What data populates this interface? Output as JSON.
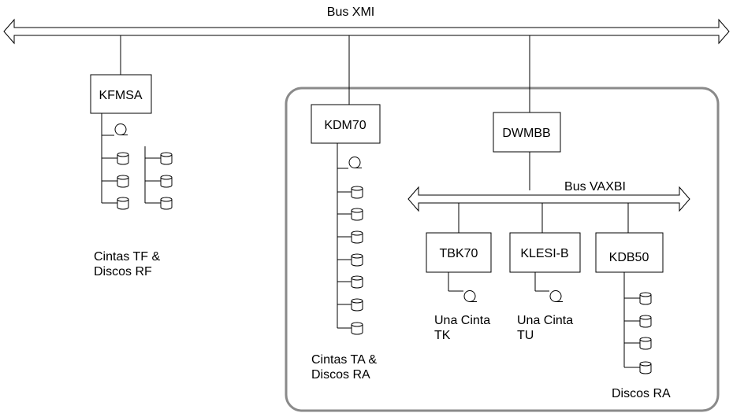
{
  "buses": {
    "xmi": "Bus XMI",
    "vaxbi": "Bus VAXBI"
  },
  "adapters": {
    "kfmsa": "KFMSA",
    "kdm70": "KDM70",
    "dwmbb": "DWMBB",
    "tbk70": "TBK70",
    "klesi": "KLESI-B",
    "kdb50": "KDB50"
  },
  "captions": {
    "kfmsa_line1": "Cintas TF &",
    "kfmsa_line2": "Discos RF",
    "kdm70_line1": "Cintas TA &",
    "kdm70_line2": "Discos RA",
    "tbk70_line1": "Una Cinta",
    "tbk70_line2": "TK",
    "klesi_line1": "Una Cinta",
    "klesi_line2": "TU",
    "kdb50_line1": "Discos RA"
  },
  "icons": {
    "tape": "tape-reel-icon",
    "disk": "disk-drive-icon"
  },
  "colors": {
    "line": "#000000",
    "subsystem_frame": "#8a8a8a",
    "background": "#ffffff"
  }
}
